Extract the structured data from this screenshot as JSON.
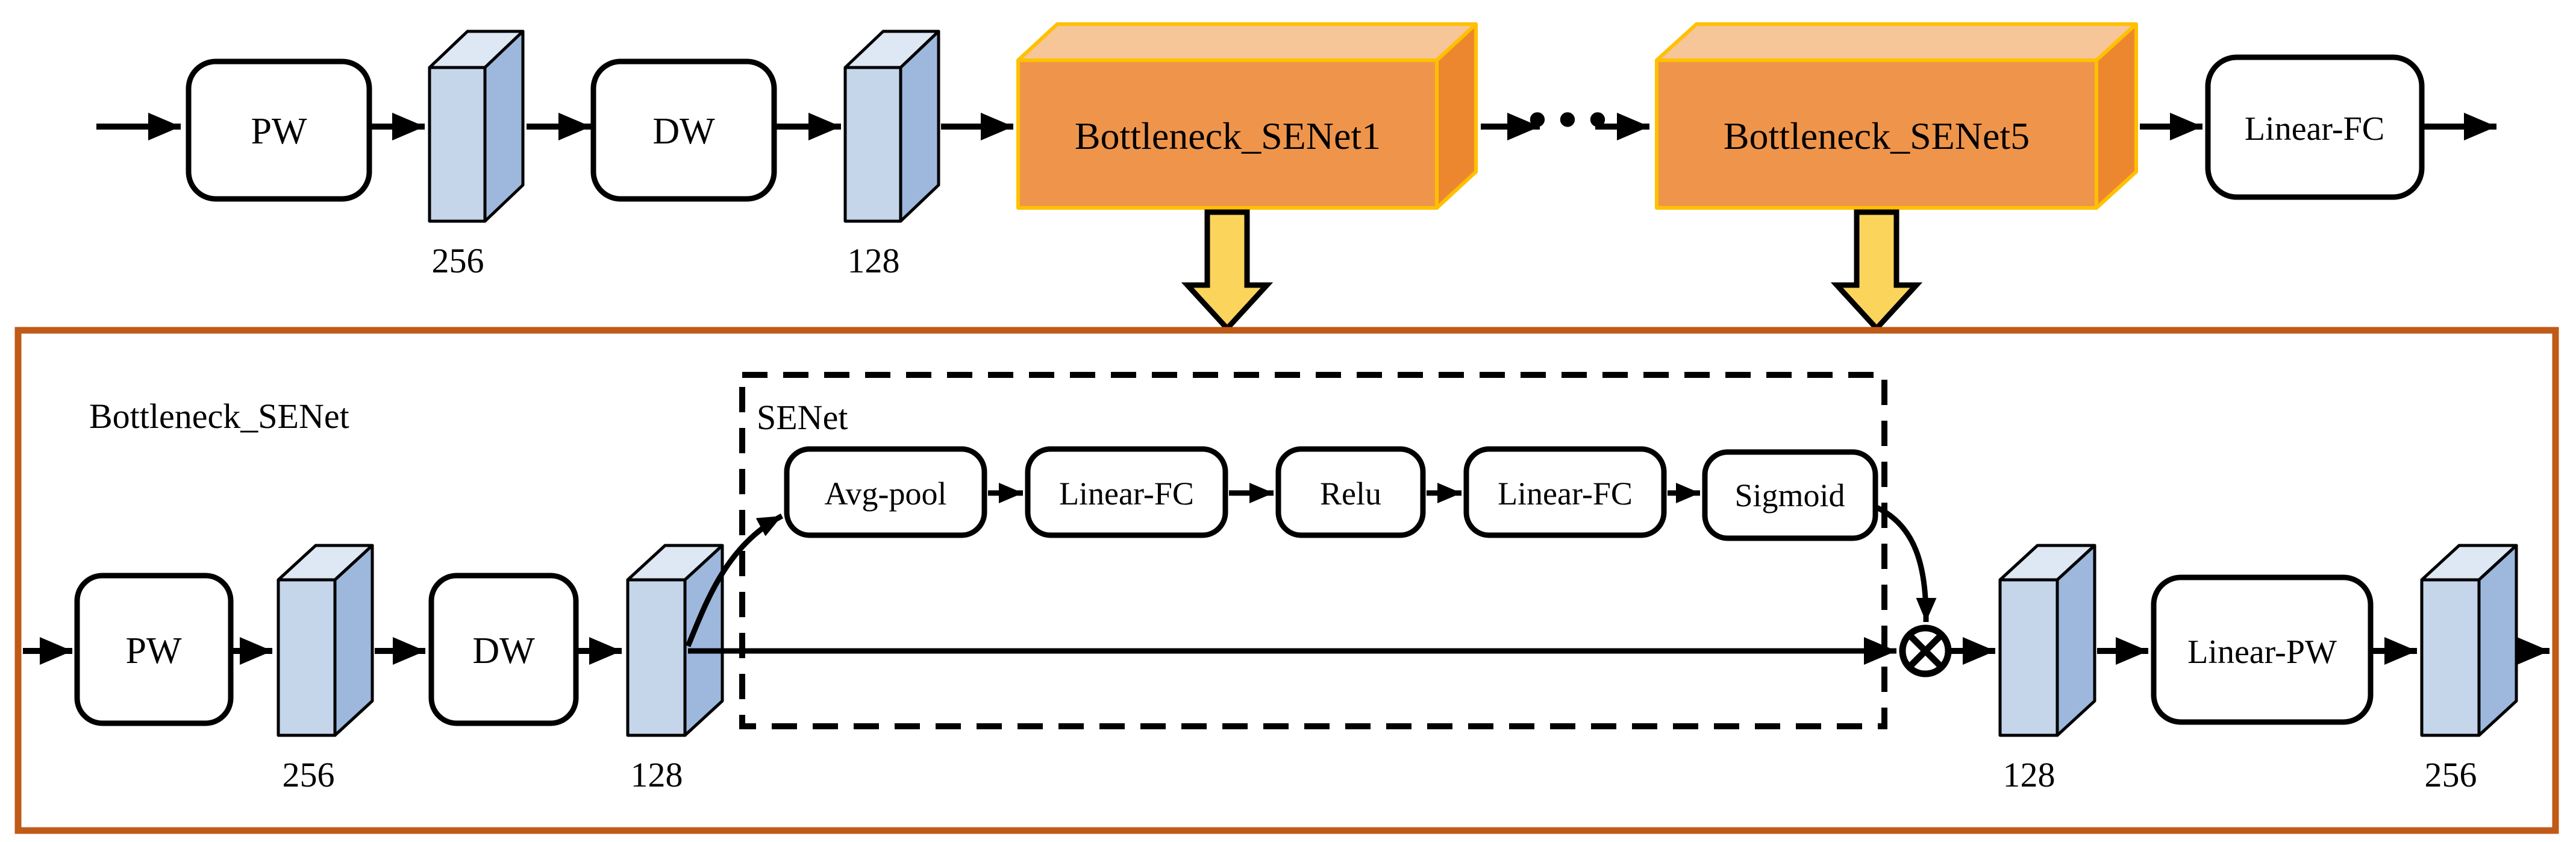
{
  "colors": {
    "slab_front": "#C5D6EB",
    "slab_top": "#DEE7F4",
    "slab_side": "#9DB8DC",
    "box_front": "#EF954B",
    "box_top": "#F6C598",
    "box_side": "#ED872F",
    "box_stroke": "#FFC000",
    "down_arrow_fill": "#FBD45C",
    "panel_stroke": "#C05A17",
    "line_color": "#000000"
  },
  "top_row": {
    "pw": "PW",
    "slab_256": "256",
    "dw": "DW",
    "slab_128": "128",
    "bottleneck1": "Bottleneck_SENet1",
    "ellipsis": "···",
    "bottleneck5": "Bottleneck_SENet5",
    "linear_fc": "Linear-FC"
  },
  "bottom_panel": {
    "title": "Bottleneck_SENet",
    "pw": "PW",
    "slab_256_in": "256",
    "dw": "DW",
    "slab_128_in": "128",
    "senet_title": "SENet",
    "se_chain": [
      "Avg-pool",
      "Linear-FC",
      "Relu",
      "Linear-FC",
      "Sigmoid"
    ],
    "slab_128_out": "128",
    "linear_pw": "Linear-PW",
    "slab_256_out": "256"
  }
}
